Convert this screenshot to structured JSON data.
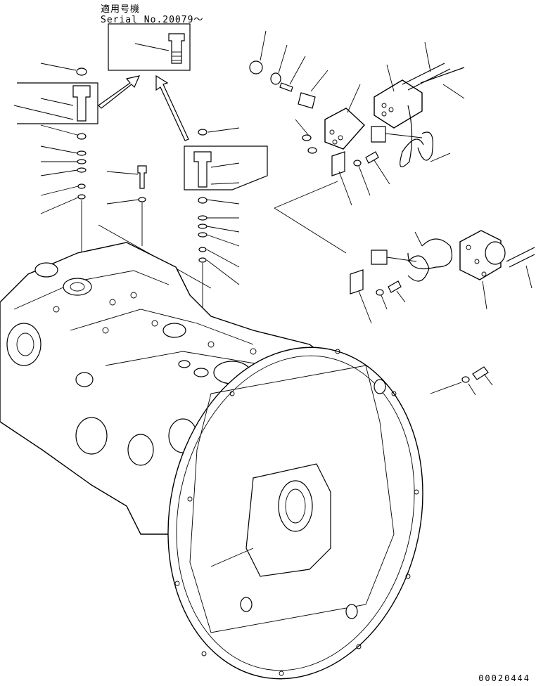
{
  "header": {
    "title_jp": "適用号機",
    "serial": "Serial No.20079～"
  },
  "footer": {
    "drawing_number": "00020444"
  },
  "leaders": [
    {
      "id": "L1"
    },
    {
      "id": "L2"
    },
    {
      "id": "L3"
    },
    {
      "id": "L4"
    },
    {
      "id": "L5"
    },
    {
      "id": "L6"
    },
    {
      "id": "L7"
    },
    {
      "id": "L8"
    },
    {
      "id": "L9"
    },
    {
      "id": "L10"
    }
  ]
}
